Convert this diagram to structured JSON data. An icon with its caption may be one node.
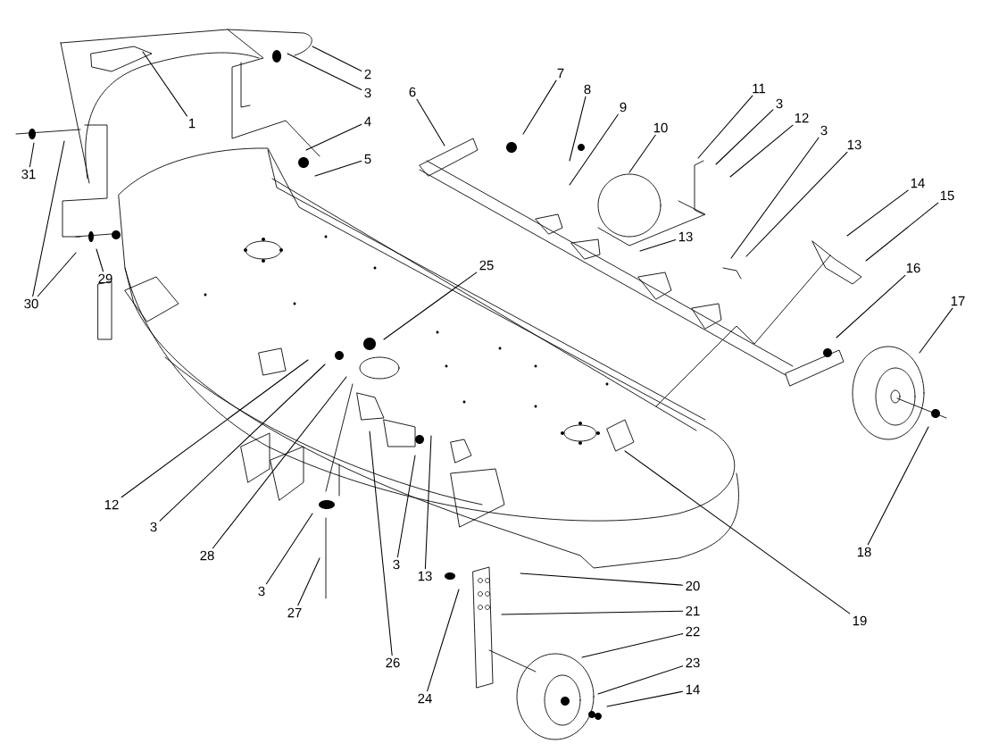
{
  "diagram": {
    "nodes": [
      {
        "text": [
          "1"
        ]
      },
      {
        "text": [
          "2"
        ]
      },
      {
        "text": [
          "3"
        ]
      },
      {
        "text": [
          "4"
        ]
      },
      {
        "text": [
          "5"
        ]
      },
      {
        "text": [
          "31"
        ]
      },
      {
        "text": [
          "30"
        ]
      },
      {
        "text": [
          "29"
        ]
      },
      {
        "text": [
          "6"
        ]
      },
      {
        "text": [
          "7"
        ]
      },
      {
        "text": [
          "8"
        ]
      },
      {
        "text": [
          "9"
        ]
      },
      {
        "text": [
          "10"
        ]
      },
      {
        "text": [
          "11"
        ]
      },
      {
        "text": [
          "3"
        ]
      },
      {
        "text": [
          "12"
        ]
      },
      {
        "text": [
          "3"
        ]
      },
      {
        "text": [
          "13"
        ]
      },
      {
        "text": [
          "13"
        ]
      },
      {
        "text": [
          "14"
        ]
      },
      {
        "text": [
          "15"
        ]
      },
      {
        "text": [
          "16"
        ]
      },
      {
        "text": [
          "17"
        ]
      },
      {
        "text": [
          "18"
        ]
      },
      {
        "text": [
          "25"
        ]
      },
      {
        "text": [
          "12"
        ]
      },
      {
        "text": [
          "3"
        ]
      },
      {
        "text": [
          "28"
        ]
      },
      {
        "text": [
          "3"
        ]
      },
      {
        "text": [
          "27"
        ]
      },
      {
        "text": [
          "26"
        ]
      },
      {
        "text": [
          "3"
        ]
      },
      {
        "text": [
          "13"
        ]
      },
      {
        "text": [
          "24"
        ]
      },
      {
        "text": [
          "19"
        ]
      },
      {
        "text": [
          "20"
        ]
      },
      {
        "text": [
          "21"
        ]
      },
      {
        "text": [
          "22"
        ]
      },
      {
        "text": [
          "23"
        ]
      },
      {
        "text": [
          "14"
        ]
      }
    ],
    "edges": [
      {
        "from": 0,
        "to": null,
        "arrow": "none"
      },
      {
        "from": 1,
        "to": null,
        "arrow": "none"
      },
      {
        "from": 2,
        "to": null,
        "arrow": "none"
      },
      {
        "from": 3,
        "to": null,
        "arrow": "none"
      },
      {
        "from": 4,
        "to": null,
        "arrow": "none"
      },
      {
        "from": 5,
        "to": null,
        "arrow": "none"
      },
      {
        "from": 6,
        "to": null,
        "arrow": "none"
      },
      {
        "from": 6,
        "to": null,
        "arrow": "none"
      },
      {
        "from": 7,
        "to": null,
        "arrow": "none"
      },
      {
        "from": 8,
        "to": null,
        "arrow": "none"
      },
      {
        "from": 9,
        "to": null,
        "arrow": "none"
      },
      {
        "from": 10,
        "to": null,
        "arrow": "none"
      },
      {
        "from": 11,
        "to": null,
        "arrow": "none"
      },
      {
        "from": 12,
        "to": null,
        "arrow": "none"
      },
      {
        "from": 13,
        "to": null,
        "arrow": "none"
      },
      {
        "from": 14,
        "to": null,
        "arrow": "none"
      },
      {
        "from": 15,
        "to": null,
        "arrow": "none"
      },
      {
        "from": 16,
        "to": null,
        "arrow": "none"
      },
      {
        "from": 17,
        "to": null,
        "arrow": "none"
      },
      {
        "from": 18,
        "to": null,
        "arrow": "none"
      },
      {
        "from": 19,
        "to": null,
        "arrow": "none"
      },
      {
        "from": 20,
        "to": null,
        "arrow": "none"
      },
      {
        "from": 21,
        "to": null,
        "arrow": "none"
      },
      {
        "from": 22,
        "to": null,
        "arrow": "none"
      },
      {
        "from": 23,
        "to": null,
        "arrow": "none"
      },
      {
        "from": 24,
        "to": null,
        "arrow": "none"
      },
      {
        "from": 25,
        "to": null,
        "arrow": "none"
      },
      {
        "from": 26,
        "to": null,
        "arrow": "none"
      },
      {
        "from": 27,
        "to": null,
        "arrow": "none"
      },
      {
        "from": 28,
        "to": null,
        "arrow": "none"
      },
      {
        "from": 29,
        "to": null,
        "arrow": "none"
      },
      {
        "from": 30,
        "to": null,
        "arrow": "none"
      },
      {
        "from": 31,
        "to": null,
        "arrow": "none"
      },
      {
        "from": 32,
        "to": null,
        "arrow": "none"
      },
      {
        "from": 33,
        "to": null,
        "arrow": "none"
      },
      {
        "from": 34,
        "to": null,
        "arrow": "none"
      },
      {
        "from": 35,
        "to": null,
        "arrow": "none"
      },
      {
        "from": 36,
        "to": null,
        "arrow": "none"
      },
      {
        "from": 37,
        "to": null,
        "arrow": "none"
      },
      {
        "from": 38,
        "to": null,
        "arrow": "none"
      },
      {
        "from": 39,
        "to": null,
        "arrow": "none"
      }
    ]
  }
}
